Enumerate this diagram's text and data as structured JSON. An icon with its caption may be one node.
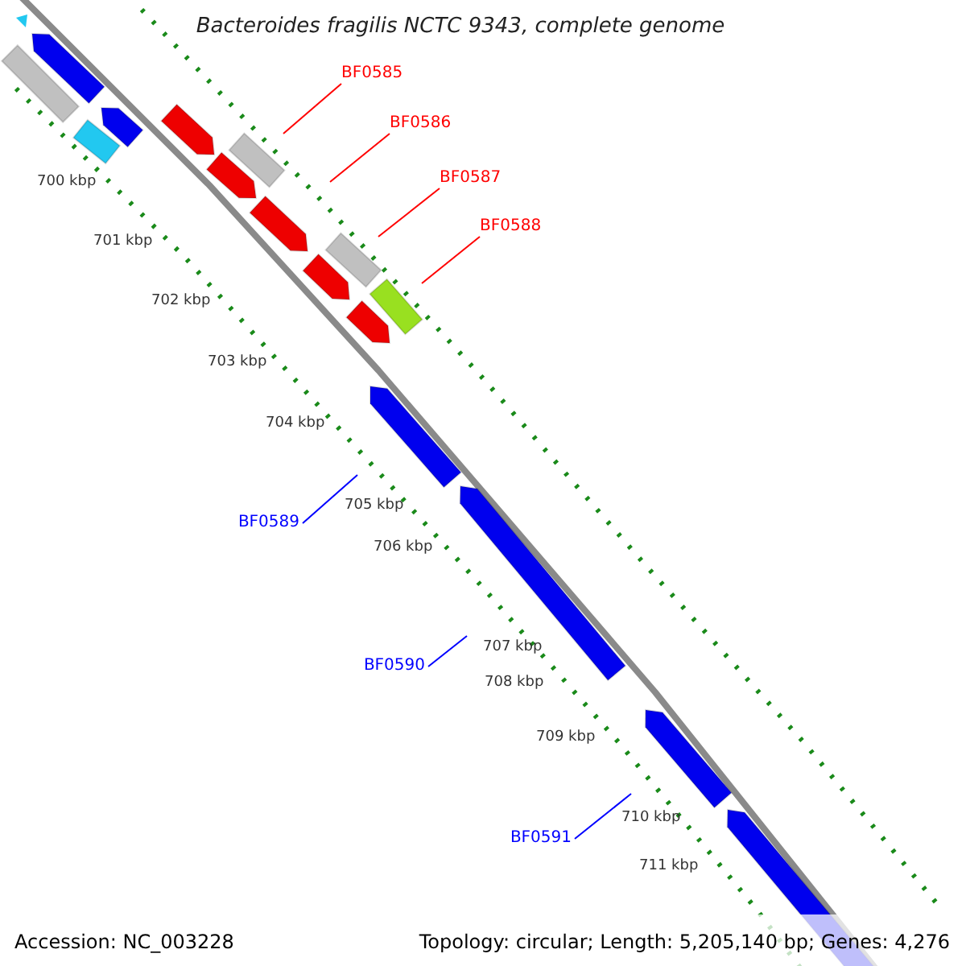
{
  "diagram": {
    "title": "Bacteroides fragilis NCTC 9343, complete genome",
    "nodes": [
      {
        "text": [
          "BF0585"
        ]
      },
      {
        "text": [
          "BF0586"
        ]
      },
      {
        "text": [
          "BF0587"
        ]
      },
      {
        "text": [
          "BF0588"
        ]
      },
      {
        "text": [
          "BF0589"
        ]
      },
      {
        "text": [
          "BF0590"
        ]
      },
      {
        "text": [
          "BF0591"
        ]
      }
    ],
    "edges": [
      {
        "from": 0,
        "to": null,
        "arrow": "none"
      },
      {
        "from": 1,
        "to": null,
        "arrow": "none"
      },
      {
        "from": 2,
        "to": null,
        "arrow": "none"
      },
      {
        "from": 3,
        "to": null,
        "arrow": "none"
      },
      {
        "from": 4,
        "to": null,
        "arrow": "none",
        "color": "#0000ff"
      },
      {
        "from": 5,
        "to": null,
        "arrow": "none",
        "color": "#0000ff"
      },
      {
        "from": 6,
        "to": null,
        "arrow": "none",
        "color": "#0000ff"
      }
    ],
    "labels": [
      "700 kbp",
      "701 kbp",
      "702 kbp",
      "703 kbp",
      "704 kbp",
      "705 kbp",
      "706 kbp",
      "707 kbp",
      "708 kbp",
      "709 kbp",
      "710 kbp",
      "711 kbp",
      "Accession: NC_003228",
      "Topology: circular; Length: 5,205,140 bp; Genes: 4,276"
    ]
  }
}
